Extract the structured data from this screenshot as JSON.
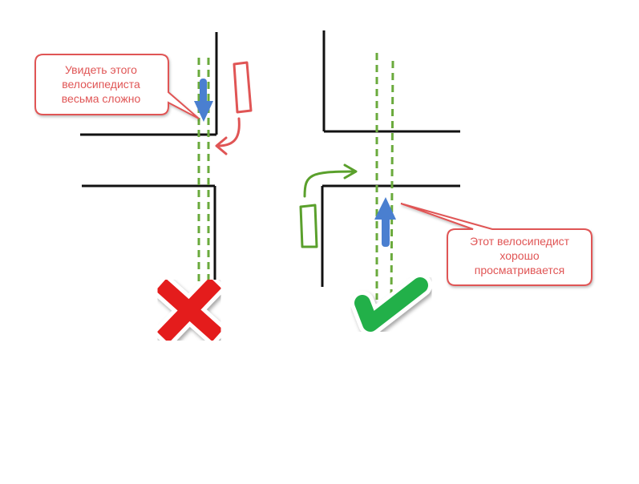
{
  "callouts": {
    "left": {
      "lines": [
        "Увидеть этого",
        "велосипедиста",
        "весьма сложно"
      ]
    },
    "right": {
      "lines": [
        "Этот велосипедист",
        "хорошо",
        "просматривается"
      ]
    }
  },
  "colors": {
    "road": "#111111",
    "bike_lane": "#6aaa3c",
    "cyclist_arrow": "#4a7fd0",
    "car_bad": "#e05555",
    "car_good": "#5aa02c",
    "callout_border": "#e05555",
    "callout_text": "#e05555",
    "cross": "#e41e1e",
    "check": "#22b04a"
  },
  "icons": {
    "bad": "cross-mark-icon",
    "good": "check-mark-icon"
  }
}
